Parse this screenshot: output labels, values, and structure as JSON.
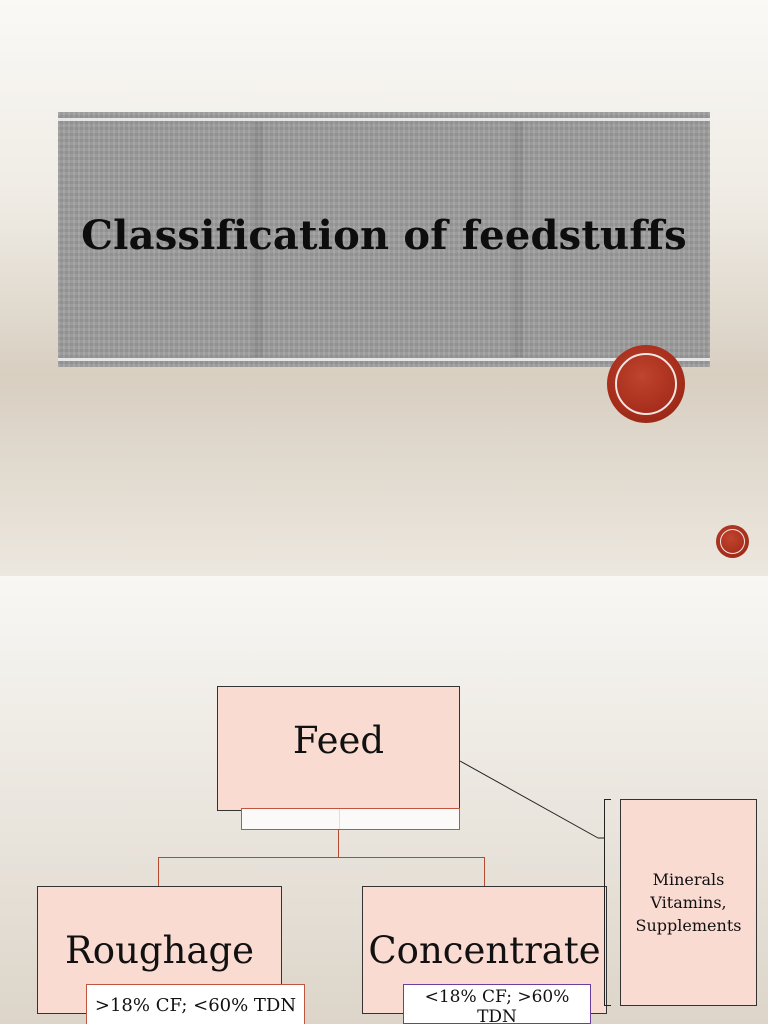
{
  "slide1": {
    "title": "Classification of feedstuffs"
  },
  "slide2": {
    "feed": "Feed",
    "roughage": "Roughage",
    "concentrate": "Concentrate",
    "side_box": {
      "line1": "Minerals",
      "line2": "Vitamins,",
      "line3": "Supplements"
    },
    "roughage_label": ">18% CF; <60% TDN",
    "concentrate_label_line1": "<18% CF; >60%",
    "concentrate_label_line2": "TDN"
  },
  "colors": {
    "accent": "#a52d1b",
    "box_fill": "#fadbd2",
    "connector": "#b64a30"
  }
}
